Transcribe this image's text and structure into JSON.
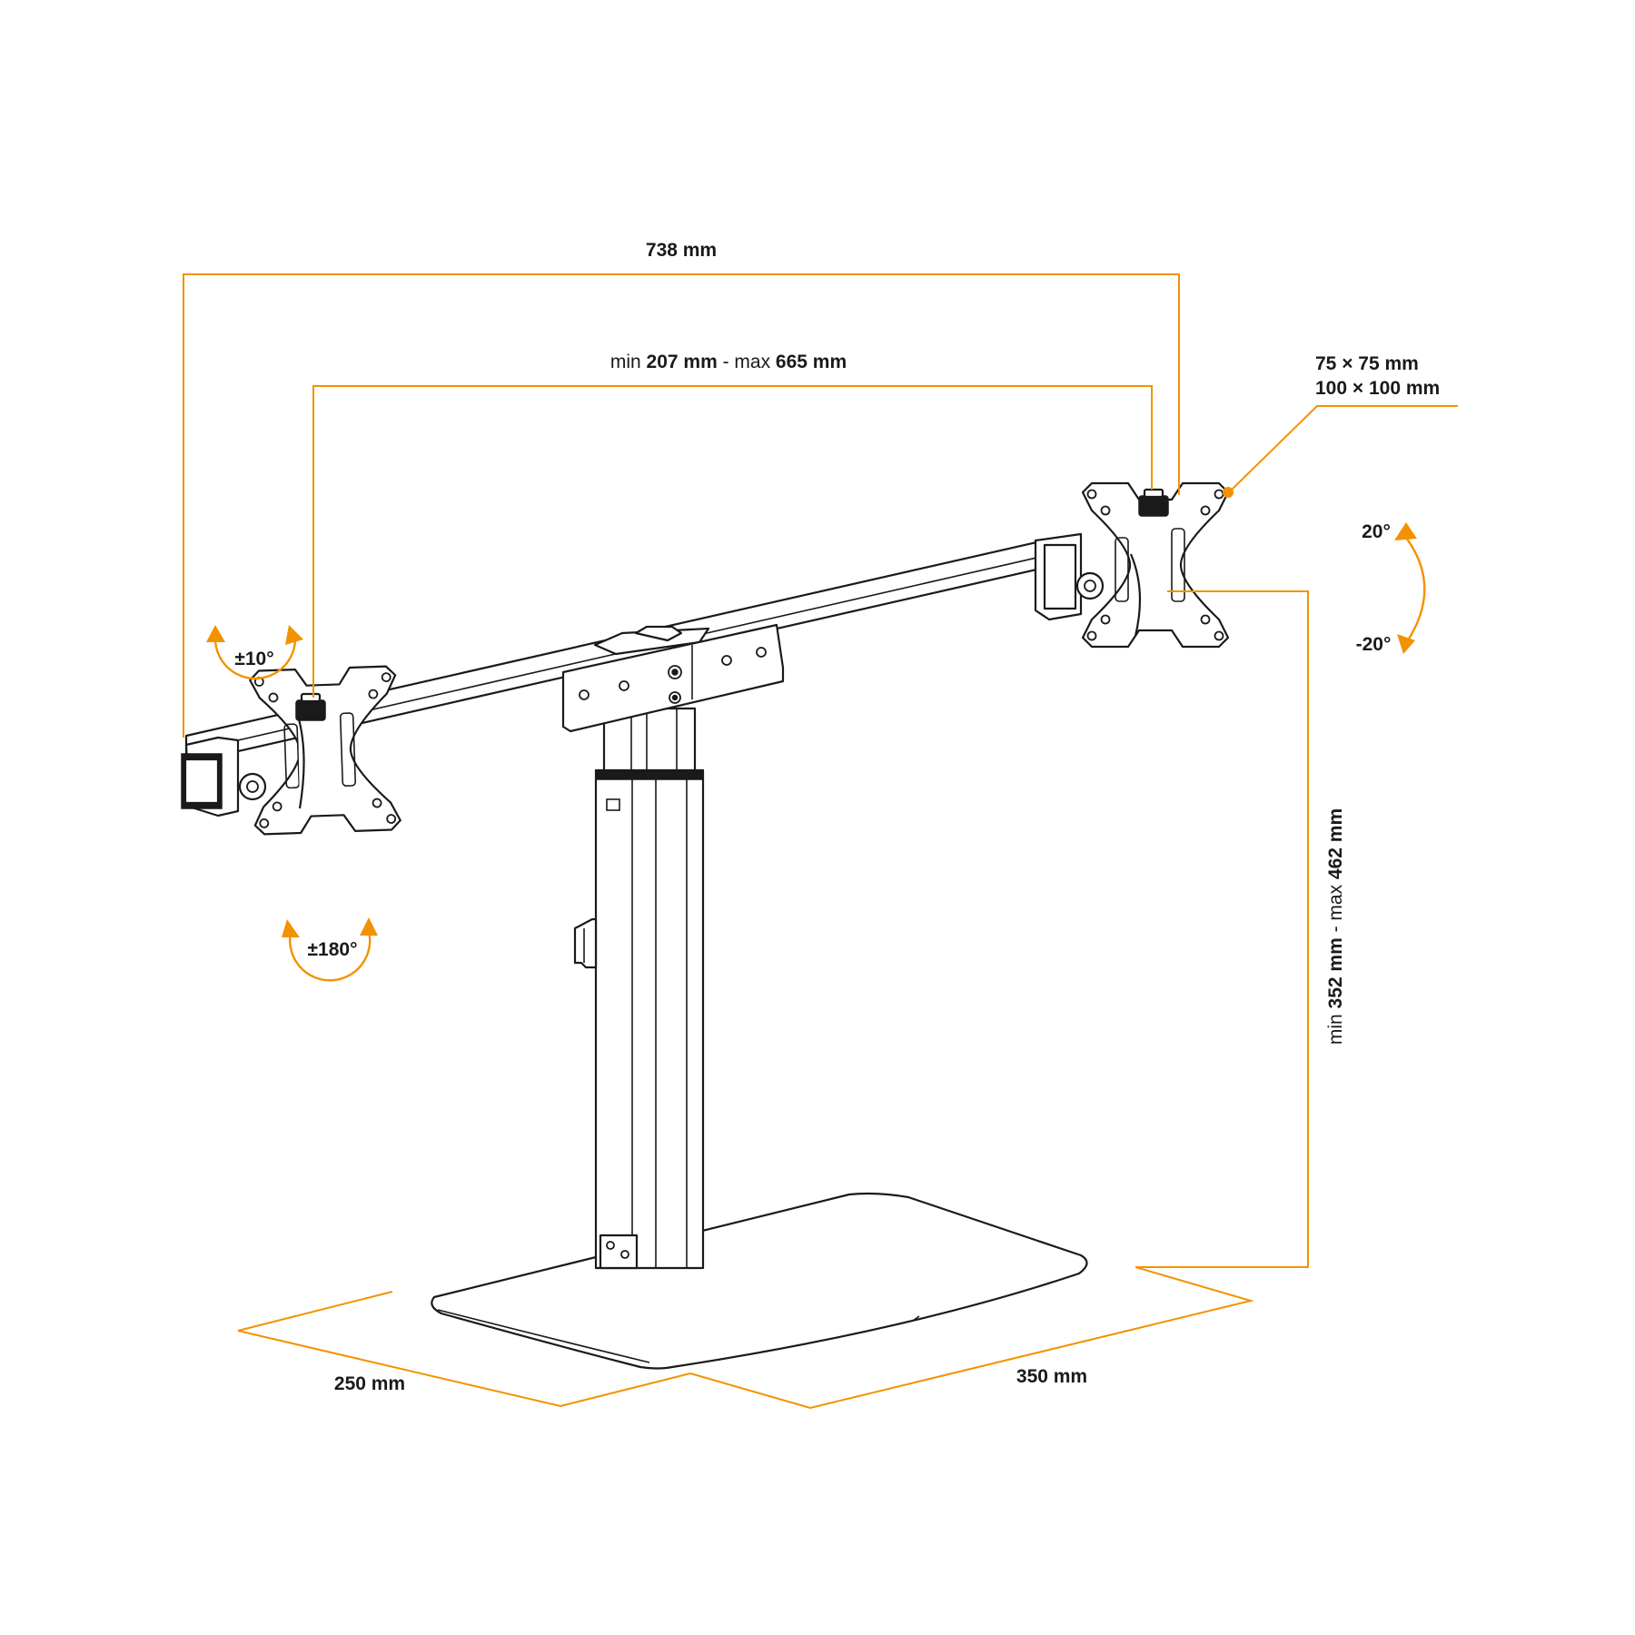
{
  "dimensions": {
    "total_width": "738 mm",
    "arm_span": {
      "min_prefix": "min ",
      "min_value": "207 mm",
      "sep": " - max ",
      "max_value": "665 mm"
    },
    "vesa_line1": "75 × 75 mm",
    "vesa_line2": "100 × 100 mm",
    "tilt_up": "20°",
    "tilt_down": "-20°",
    "swivel": "±10°",
    "rotation": "±180°",
    "height": {
      "min_prefix": "min ",
      "min_value": "352 mm",
      "sep": " - max ",
      "max_value": "462 mm"
    },
    "base_depth": "250 mm",
    "base_width": "350 mm"
  },
  "colors": {
    "accent": "#f39200",
    "line": "#1a1a1a",
    "background": "#ffffff"
  }
}
